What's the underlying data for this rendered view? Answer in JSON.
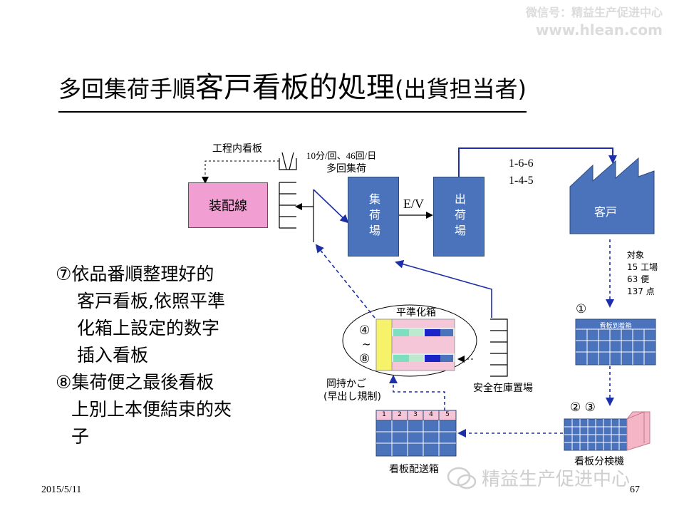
{
  "watermark": {
    "line1": "微信号：精益生产促进中心",
    "line2": "www.hlean.com"
  },
  "title": {
    "part1": "多回集荷手順",
    "part2": "客戸看板的処理",
    "part3": "(出貨担当者)"
  },
  "diagram": {
    "kanban_label": "工程内看板",
    "assembly_line": "装配線",
    "frequency": "10分/回、46回/日",
    "multi_pickup": "多回集荷",
    "collection_area": "集荷場",
    "ev_label": "E/V",
    "shipping_area": "出荷場",
    "route_codes": [
      "1-6-6",
      "1-4-5"
    ],
    "customer": "客戸",
    "target": [
      "対象",
      "15 工場",
      "63 便",
      "137 点"
    ],
    "step1": "①",
    "arrival_box_label": "看板到着箱",
    "steps23": "② ③",
    "sorter_label": "看板分検機",
    "delivery_box_label": "看板配送箱",
    "delivery_box_numbers": [
      "1",
      "2",
      "3",
      "4",
      "5"
    ],
    "leveling_box": "平準化箱",
    "step4": "④",
    "tilde": "~",
    "step8": "⑧",
    "holding_cage": "岡持かご",
    "early_rule": "(早出し規制)",
    "safety_stock": "安全在庫置場"
  },
  "notes": {
    "line1": "⑦依品番順整理好的",
    "line2": "客戸看板,依照平準",
    "line3": "化箱上設定的数字",
    "line4": "插入看板",
    "line5": "⑧集荷便之最後看板",
    "line6": "上別上本便結束的夾",
    "line7": "子"
  },
  "footer": {
    "date": "2015/5/11",
    "page": "67",
    "brand": "精益生产促进中心"
  }
}
